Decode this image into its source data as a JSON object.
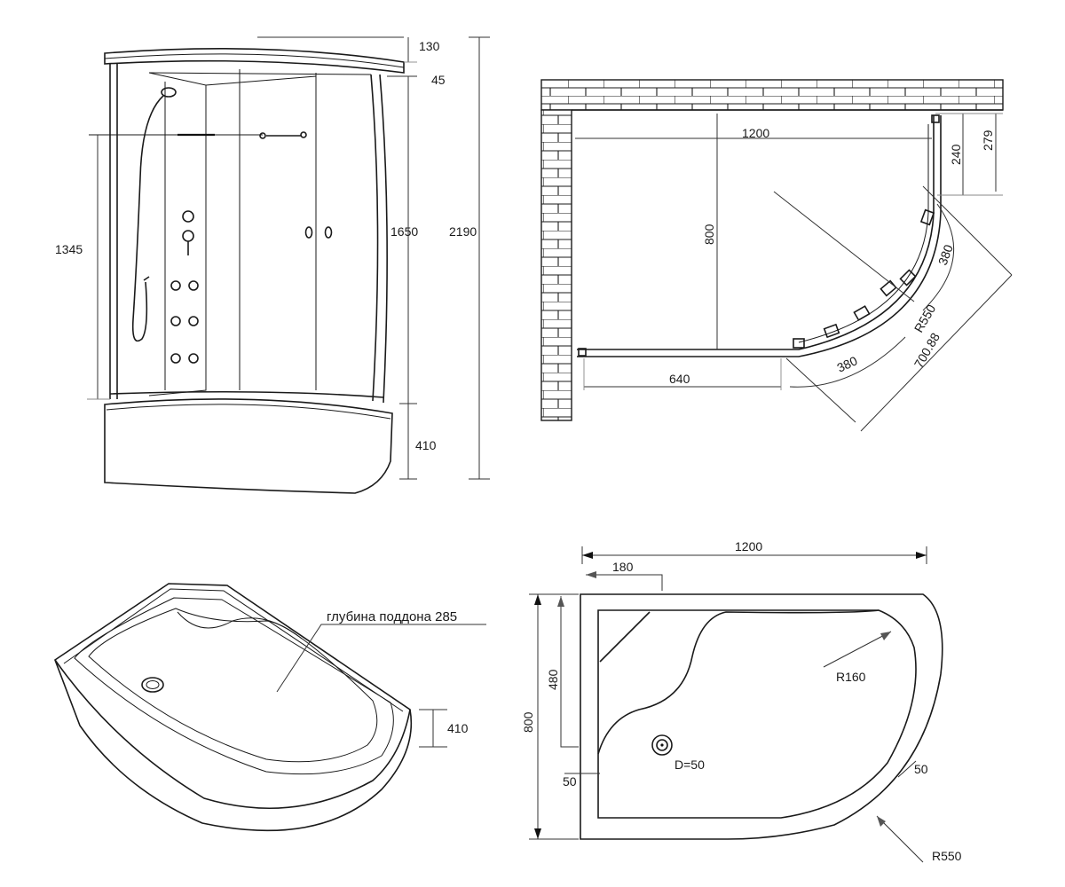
{
  "front_view": {
    "dims": {
      "top_cap": "130",
      "roof_gap": "45",
      "wall_height": "1650",
      "total_height": "2190",
      "shower_holder": "1345",
      "tray_height": "410"
    }
  },
  "plan_view": {
    "dims": {
      "width": "1200",
      "depth": "800",
      "side_279": "279",
      "side_240": "240",
      "side_380_a": "380",
      "radius": "R550",
      "diagonal": "700.88",
      "door_380_b": "380",
      "front_640": "640"
    }
  },
  "tray_3d": {
    "depth_note": "глубина поддона 285",
    "height": "410"
  },
  "tray_plan": {
    "dims": {
      "width": "1200",
      "offset_180": "180",
      "depth": "800",
      "inner_480": "480",
      "radius_inner": "R160",
      "drain": "D=50",
      "rim_left": "50",
      "rim_right": "50",
      "radius_outer": "R550"
    }
  }
}
